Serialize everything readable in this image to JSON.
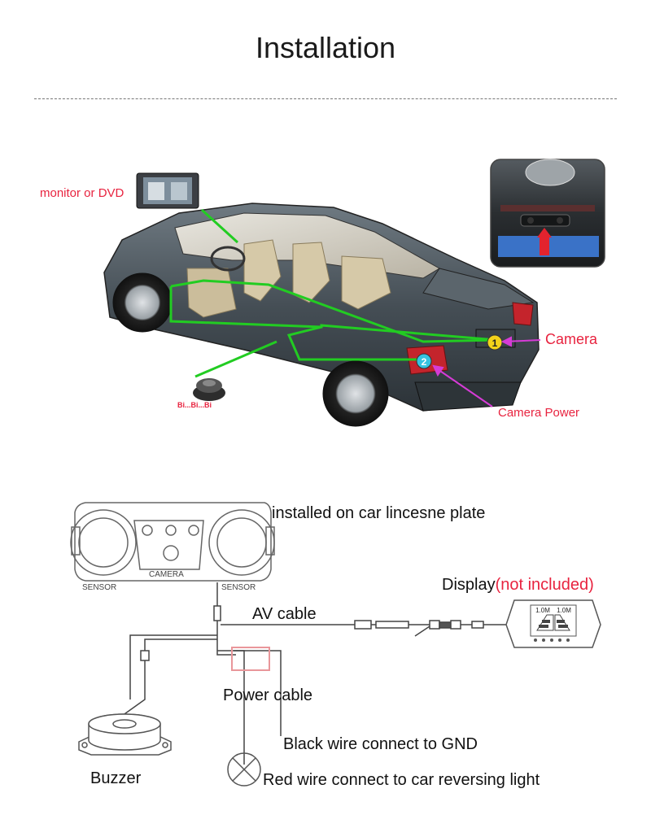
{
  "header": {
    "title": "Installation"
  },
  "car_diagram": {
    "labels": {
      "monitor": "monitor or DVD",
      "camera": "Camera",
      "camera_power": "Camera Power",
      "buzzer_sound": "Bi...Bi...Bi",
      "marker_1": "1",
      "marker_2": "2"
    },
    "colors": {
      "wire": "#22cc22",
      "callout": "#d63bd6",
      "label": "#e8233f"
    }
  },
  "wiring_diagram": {
    "labels": {
      "installed": "installed on car lincesne plate",
      "sensor_left": "SENSOR",
      "camera": "CAMERA",
      "sensor_right": "SENSOR",
      "display": "Display",
      "not_included": "(not included)",
      "av_cable": "AV cable",
      "power_cable": "Power cable",
      "black_wire": "Black wire connect to GND",
      "red_wire": "Red wire connect to car reversing light",
      "buzzer": "Buzzer",
      "screen_left": "1.0M",
      "screen_right": "1.0M"
    }
  }
}
